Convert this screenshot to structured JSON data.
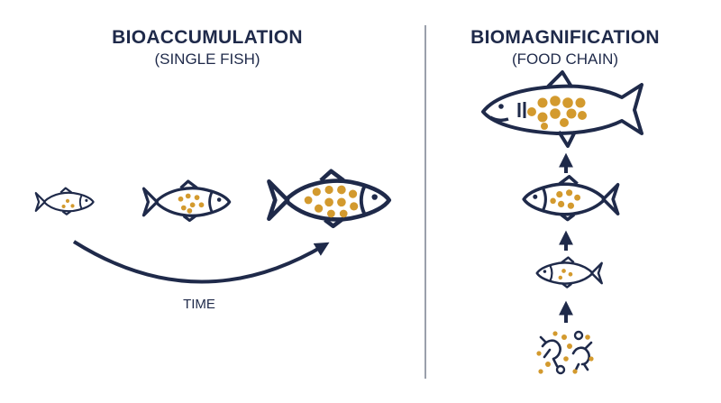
{
  "left_panel": {
    "title": "BIOACCUMULATION",
    "subtitle": "(SINGLE FISH)",
    "time_label": "TIME"
  },
  "right_panel": {
    "title": "BIOMAGNIFICATION",
    "subtitle": "(FOOD CHAIN)"
  },
  "colors": {
    "outline": "#1f2a4a",
    "toxin_dots": "#d39a2e",
    "divider": "#9aa0ab"
  },
  "icons": [
    "small-fish-icon",
    "medium-fish-icon",
    "large-fish-icon",
    "shark-icon",
    "plankton-icon",
    "up-arrow-icon",
    "time-arrow-icon"
  ]
}
